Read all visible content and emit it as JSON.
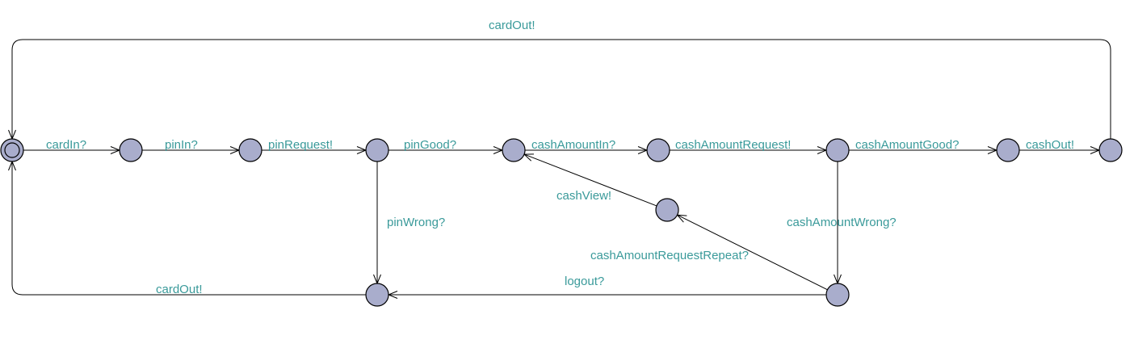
{
  "automaton": {
    "states": [
      {
        "id": "s0",
        "initial": true
      },
      {
        "id": "s1"
      },
      {
        "id": "s2"
      },
      {
        "id": "s3"
      },
      {
        "id": "s4"
      },
      {
        "id": "s5"
      },
      {
        "id": "s6"
      },
      {
        "id": "s7"
      },
      {
        "id": "s8"
      },
      {
        "id": "s9"
      },
      {
        "id": "s10"
      },
      {
        "id": "s11"
      }
    ],
    "transitions": [
      {
        "from": "s0",
        "to": "s1",
        "label": "cardIn?"
      },
      {
        "from": "s1",
        "to": "s2",
        "label": "pinIn?"
      },
      {
        "from": "s2",
        "to": "s3",
        "label": "pinRequest!"
      },
      {
        "from": "s3",
        "to": "s4",
        "label": "pinGood?"
      },
      {
        "from": "s4",
        "to": "s5",
        "label": "cashAmountIn?"
      },
      {
        "from": "s5",
        "to": "s6",
        "label": "cashAmountRequest!"
      },
      {
        "from": "s6",
        "to": "s7",
        "label": "cashAmountGood?"
      },
      {
        "from": "s7",
        "to": "s8",
        "label": "cashOut!"
      },
      {
        "from": "s8",
        "to": "s0",
        "label": "cardOut!"
      },
      {
        "from": "s3",
        "to": "s9",
        "label": "pinWrong?"
      },
      {
        "from": "s9",
        "to": "s0",
        "label": "cardOut!"
      },
      {
        "from": "s6",
        "to": "s10",
        "label": "cashAmountWrong?"
      },
      {
        "from": "s10",
        "to": "s9",
        "label": "logout?"
      },
      {
        "from": "s10",
        "to": "s11",
        "label": "cashAmountRequestRepeat?"
      },
      {
        "from": "s11",
        "to": "s4",
        "label": "cashView!"
      }
    ]
  },
  "colors": {
    "state_fill": "#a9adcc",
    "label": "#3a9a9a",
    "edge": "#000000"
  }
}
